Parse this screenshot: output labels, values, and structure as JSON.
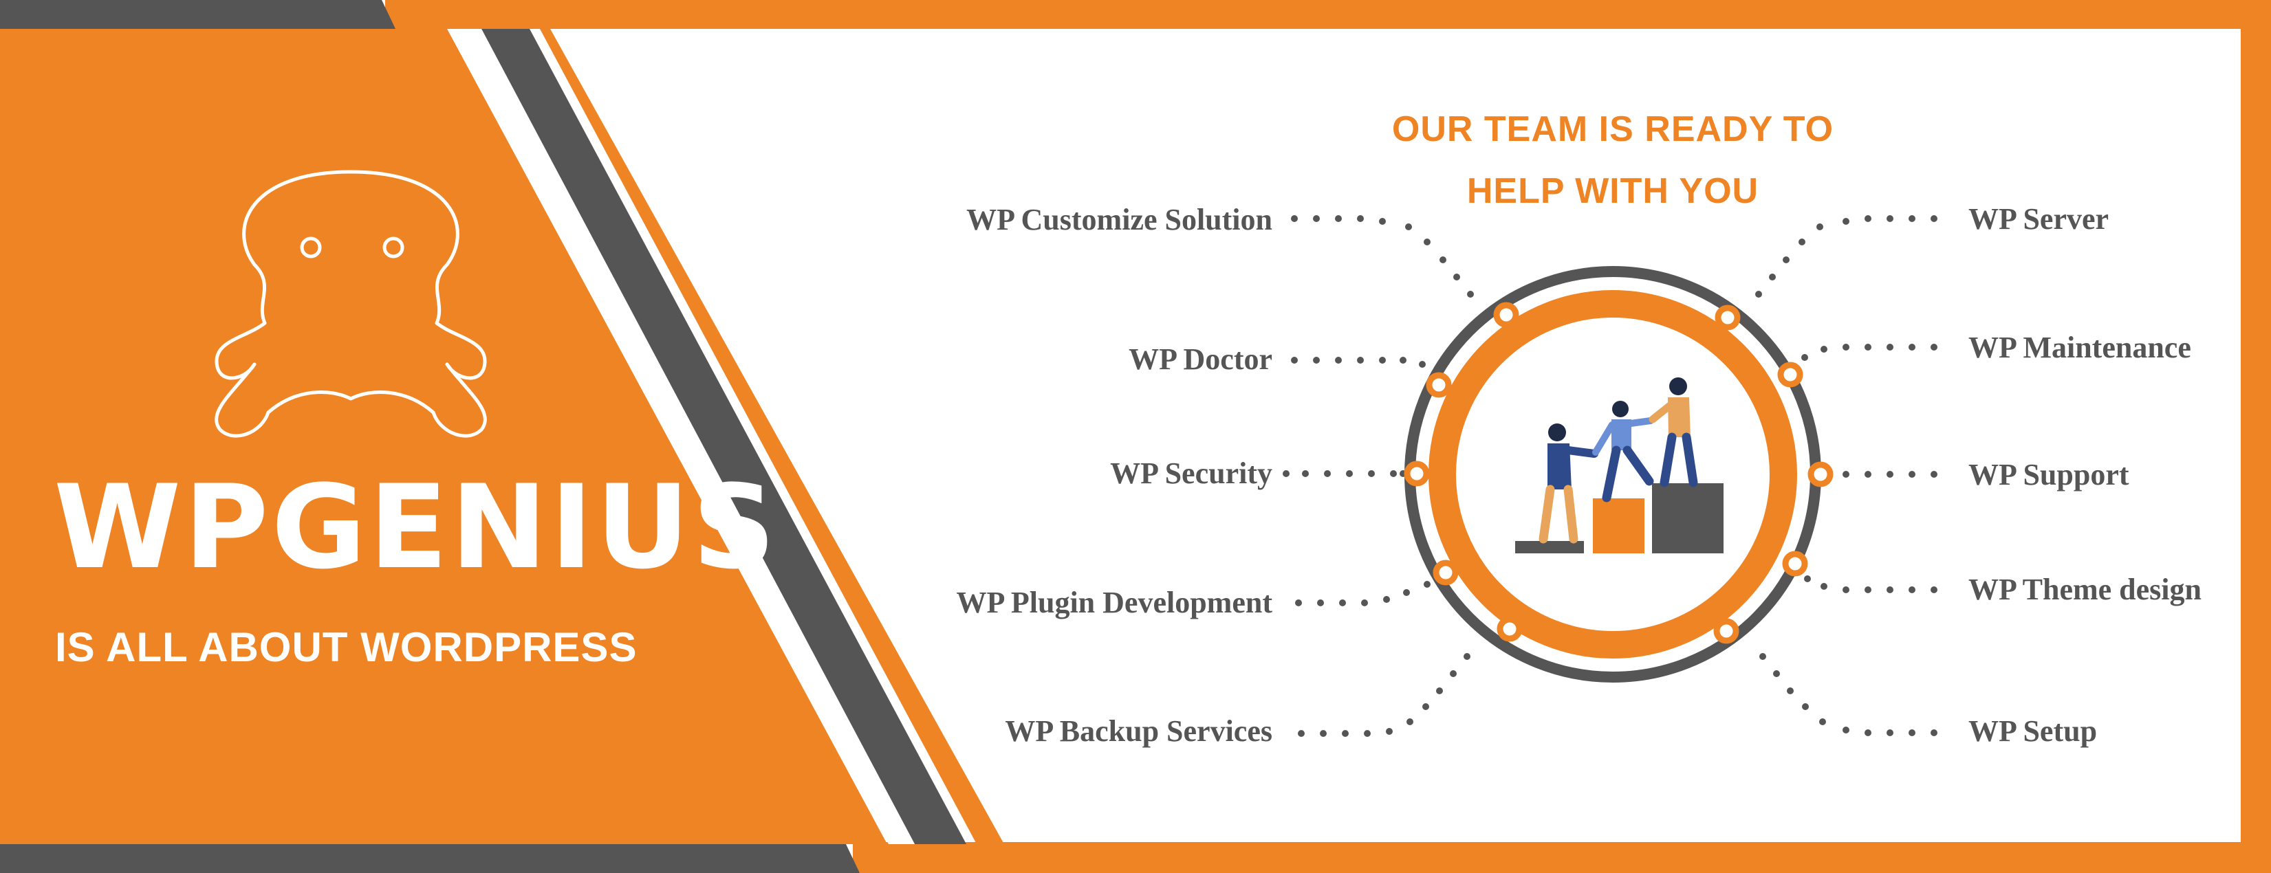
{
  "brand": {
    "name": "WPGENIUS",
    "tagline": "IS ALL ABOUT WORDPRESS",
    "mascot_icon": "octopus-icon"
  },
  "headline": {
    "line1": "OUR TEAM IS READY TO",
    "line2": "HELP WITH YOU"
  },
  "services_left": [
    "WP Customize Solution",
    "WP Doctor",
    "WP Security",
    "WP Plugin Development",
    "WP Backup Services"
  ],
  "services_right": [
    "WP Server",
    "WP Maintenance",
    "WP Support",
    "WP Theme design",
    "WP Setup"
  ],
  "illustration_icon": "teamwork-climbing-illustration",
  "colors": {
    "orange": "#ef8424",
    "dark_gray": "#555555",
    "text_gray": "#555555",
    "white": "#ffffff"
  }
}
